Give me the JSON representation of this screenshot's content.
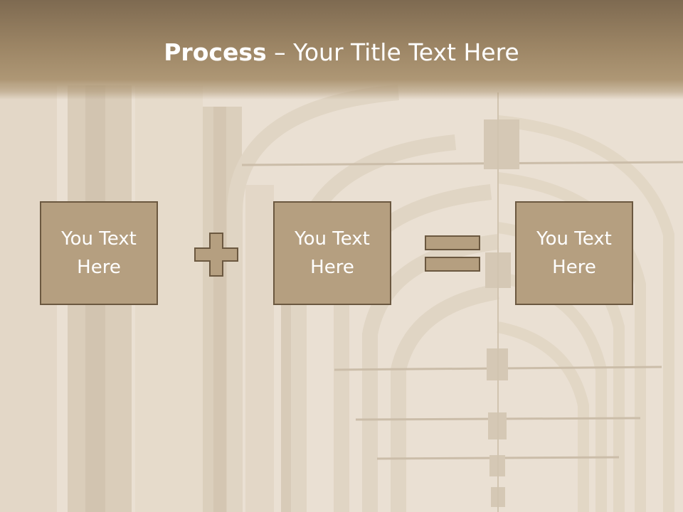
{
  "slide": {
    "title_bold": "Process",
    "title_rest": " – Your Title Text Here"
  },
  "process": {
    "boxes": [
      "You Text Here",
      "You Text Here",
      "You Text Here"
    ],
    "operators": [
      "plus-icon",
      "equals-icon"
    ]
  },
  "colors": {
    "title_band": "#9b8464",
    "box_fill": "#b59f80",
    "box_border": "#6b5840",
    "operator_fill": "#b59f80",
    "text": "#ffffff",
    "background": "#e7dccd"
  }
}
